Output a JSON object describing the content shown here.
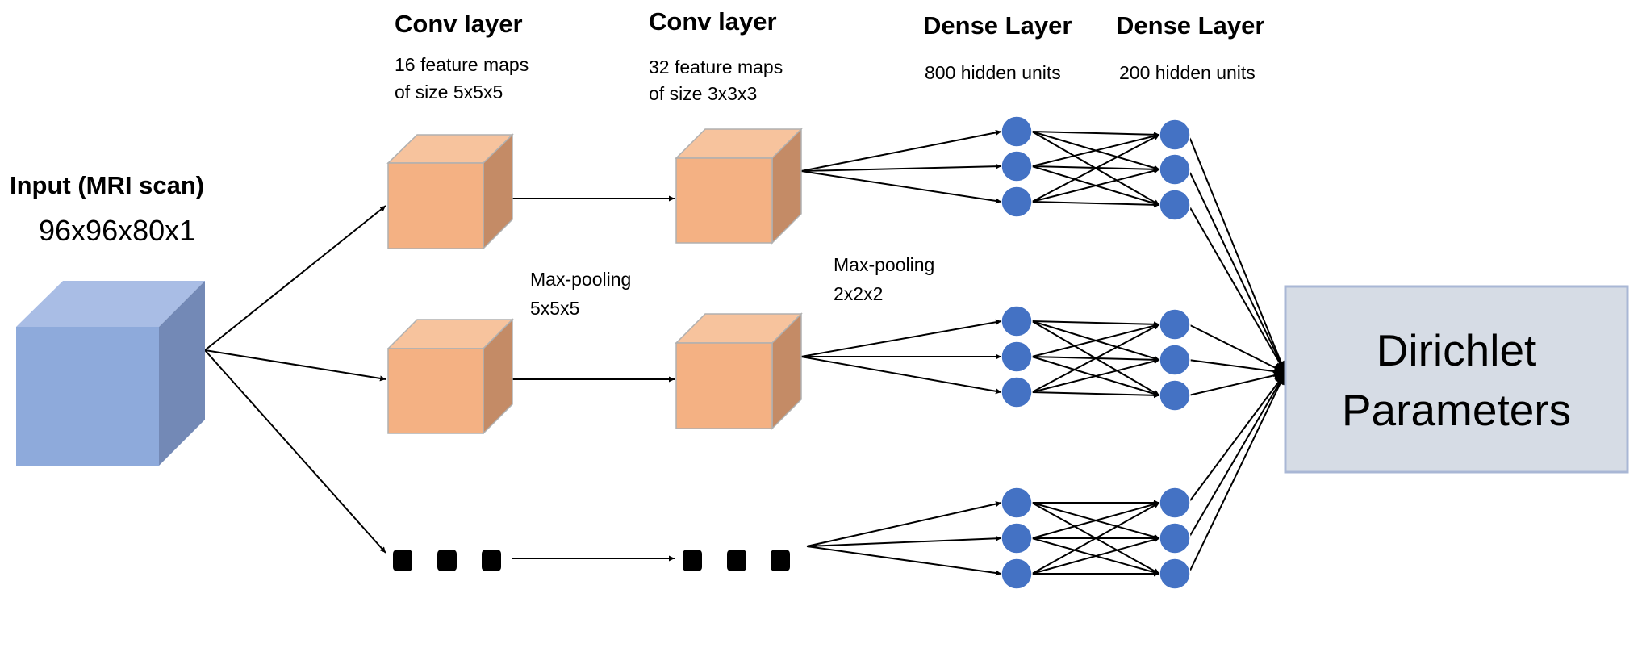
{
  "input": {
    "title": "Input (MRI scan)",
    "size": "96x96x80x1"
  },
  "conv1": {
    "title": "Conv layer",
    "desc_line1": "16 feature maps",
    "desc_line2": "of size 5x5x5"
  },
  "conv2": {
    "title": "Conv layer",
    "desc_line1": "32 feature maps",
    "desc_line2": "of size 3x3x3"
  },
  "pool1": {
    "line1": "Max-pooling",
    "line2": "5x5x5"
  },
  "pool2": {
    "line1": "Max-pooling",
    "line2": "2x2x2"
  },
  "dense1": {
    "title": "Dense Layer",
    "desc": "800 hidden units"
  },
  "dense2": {
    "title": "Dense Layer",
    "desc": "200 hidden units"
  },
  "output": {
    "line1": "Dirichlet",
    "line2": "Parameters"
  },
  "colors": {
    "input_front": "#8eaadb",
    "input_top": "#a9bde5",
    "input_side": "#7389b6",
    "conv_front": "#f4b183",
    "conv_top": "#f7c39d",
    "conv_side": "#c48b66",
    "neuron": "#4472c4",
    "output_fill": "#d6dce5",
    "output_border": "#a9b7d5"
  }
}
